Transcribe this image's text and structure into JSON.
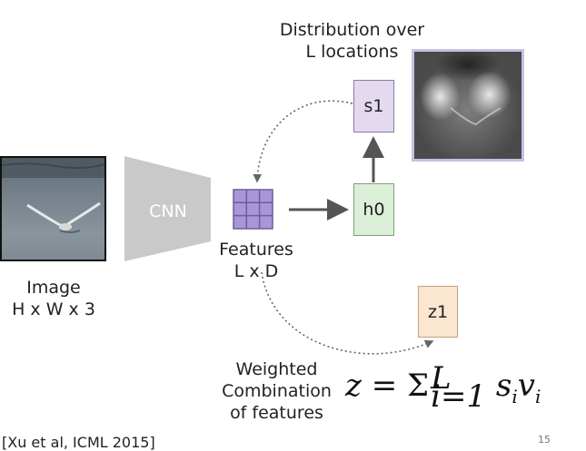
{
  "title_top": {
    "line1": "Distribution over",
    "line2": "L locations"
  },
  "boxes": {
    "s1": "s1",
    "h0": "h0",
    "z1": "z1"
  },
  "cnn_label": "CNN",
  "features_label": {
    "line1": "Features",
    "line2": "L x D"
  },
  "image_label": {
    "line1": "Image",
    "line2": "H x W x 3"
  },
  "weighted_label": {
    "line1": "Weighted",
    "line2": "Combination",
    "line3": "of features"
  },
  "formula": {
    "lhs": "z",
    "eq": "=",
    "sigma": "Σ",
    "sub": "i=1",
    "sup": "L",
    "s": "s",
    "s_sub": "i",
    "v": "v",
    "v_sub": "i"
  },
  "citation": "[Xu et al, ICML 2015]",
  "slide_number": "15",
  "colors": {
    "grid_fill": "#a996d6",
    "grid_line": "#6f5a9e",
    "cnn_gray": "#c9c9c9",
    "arrow": "#555555"
  }
}
